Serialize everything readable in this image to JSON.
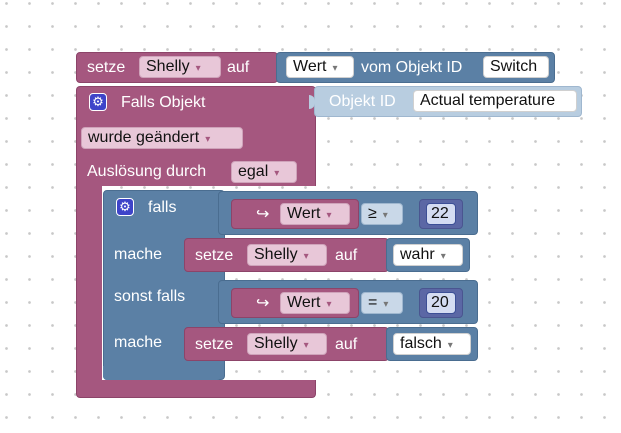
{
  "workspace": {
    "setze_label": "setze",
    "auf_label": "auf",
    "value_label": "Wert",
    "vom_objekt_label": "vom Objekt ID",
    "falls_objekt_label": "Falls Objekt",
    "objekt_id_label": "Objekt ID",
    "ausloesung_label": "Auslösung durch",
    "falls_label": "falls",
    "mache_label": "mache",
    "sonst_falls_label": "sonst falls",
    "arrow_glyph": "↪",
    "dropdown_glyph": "▾",
    "gear_glyph": "⚙",
    "variable_name": "Shelly",
    "object_id_switch": "Switch",
    "object_id_temperature": "Actual temperature",
    "trigger_mode": "wurde geändert",
    "trigger_source": "egal",
    "compare_op_1": "≥",
    "compare_value_1": "22",
    "compare_op_2": "=",
    "compare_value_2": "20",
    "true_value": "wahr",
    "false_value": "falsch"
  }
}
